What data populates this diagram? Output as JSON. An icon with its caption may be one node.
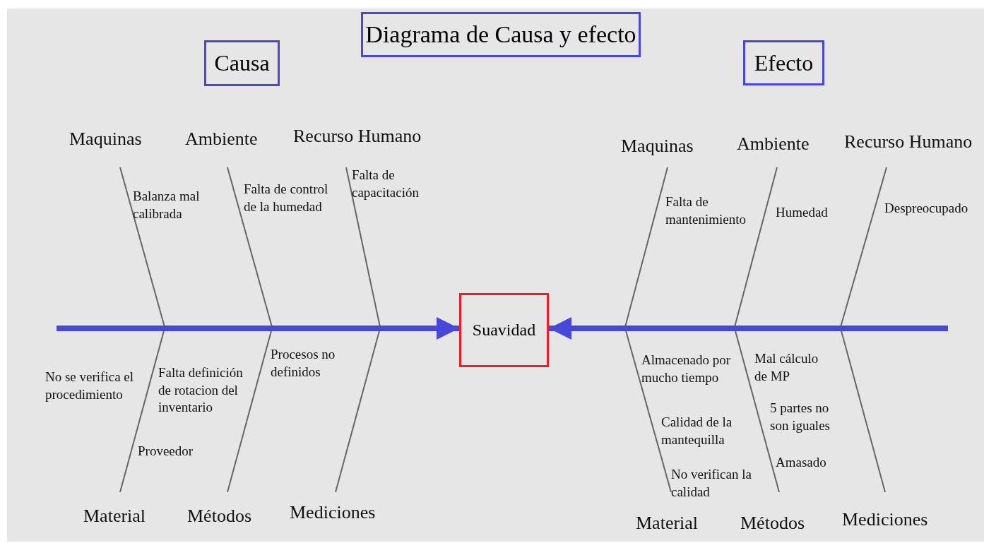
{
  "diagram": {
    "title": "Diagrama de Causa y efecto",
    "nodes": [
      {
        "text": [
          "Causa"
        ]
      },
      {
        "text": [
          "Efecto"
        ]
      },
      {
        "text": [
          "Suavidad"
        ]
      }
    ],
    "edges": [
      {
        "from": null,
        "to": 2,
        "arrow": "to"
      },
      {
        "from": null,
        "to": 2,
        "arrow": "to"
      }
    ],
    "labels": [
      "Maquinas",
      "Ambiente",
      "Recurso Humano",
      "Maquinas",
      "Ambiente",
      "Recurso Humano",
      "Balanza mal calibrada",
      "Falta de control de la humedad",
      "Falta de capacitación",
      "Falta de mantenimiento",
      "Humedad",
      "Despreocupado",
      "No se verifica el procedimiento",
      "Falta definición de rotacion del inventario",
      "Proveedor",
      "Procesos no definidos",
      "Almacenado por mucho tiempo",
      "Mal cálculo de MP",
      "5 partes no son iguales",
      "Calidad de la mantequilla",
      "Amasado",
      "No verifican la calidad",
      "Material",
      "Métodos",
      "Mediciones",
      "Material",
      "Métodos",
      "Mediciones"
    ]
  }
}
